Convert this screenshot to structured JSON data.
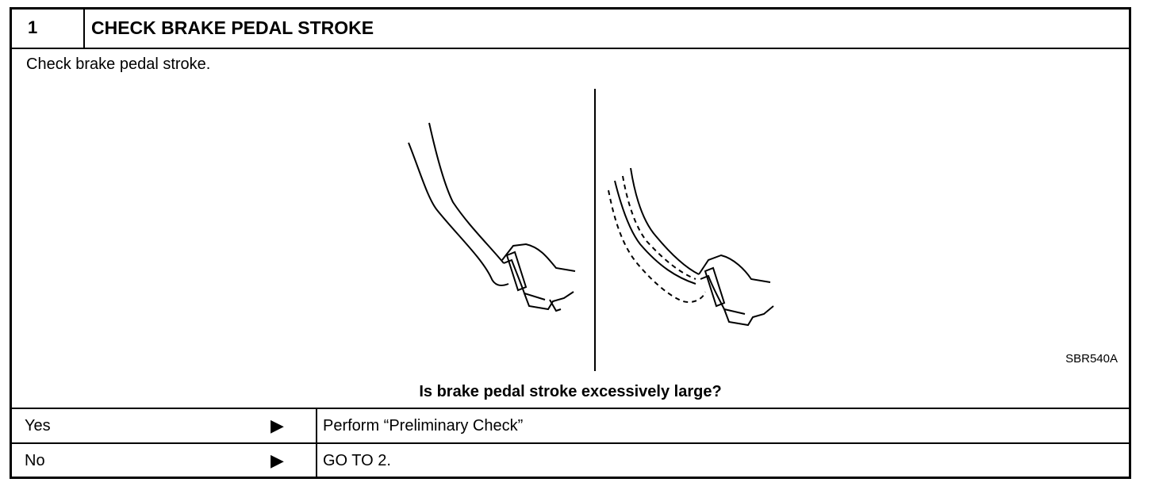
{
  "step": {
    "number": "1",
    "title": "CHECK BRAKE PEDAL STROKE",
    "instruction": "Check brake pedal stroke.",
    "figure_code": "SBR540A",
    "question": "Is brake pedal stroke excessively large?"
  },
  "answers": [
    {
      "answer": "Yes",
      "arrow": "▶",
      "action": "Perform “Preliminary Check”"
    },
    {
      "answer": "No",
      "arrow": "▶",
      "action": "GO TO 2."
    }
  ]
}
